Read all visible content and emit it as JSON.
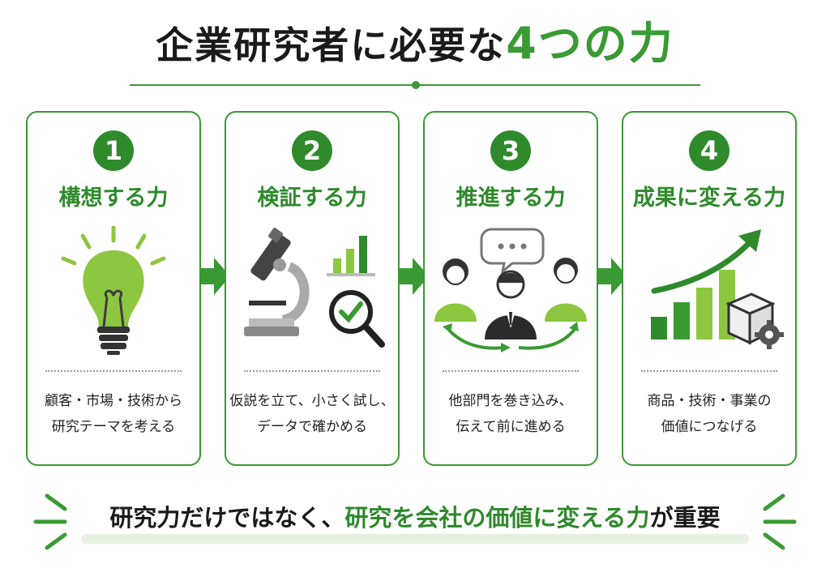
{
  "title": {
    "main": "企業研究者に必要な",
    "accent": "4つの力"
  },
  "cards": [
    {
      "number": "1",
      "heading": "構想する力",
      "desc_line1": "顧客・市場・技術から",
      "desc_line2": "研究テーマを考える",
      "icon": "lightbulb-icon"
    },
    {
      "number": "2",
      "heading": "検証する力",
      "desc_line1": "仮説を立て、小さく試し、",
      "desc_line2": "データで確かめる",
      "icon": "microscope-icon"
    },
    {
      "number": "3",
      "heading": "推進する力",
      "desc_line1": "他部門を巻き込み、",
      "desc_line2": "伝えて前に進める",
      "icon": "team-icon"
    },
    {
      "number": "4",
      "heading": "成果に変える力",
      "desc_line1": "商品・技術・事業の",
      "desc_line2": "価値につなげる",
      "icon": "growth-chart-icon"
    }
  ],
  "bottom": {
    "part1": "研究力だけではなく、",
    "part2": "研究を会社の価値に変える力",
    "part3": "が重要"
  },
  "colors": {
    "accent": "#3a9a34",
    "dark_green": "#2f8a2c",
    "light_green": "#8dc63f"
  }
}
